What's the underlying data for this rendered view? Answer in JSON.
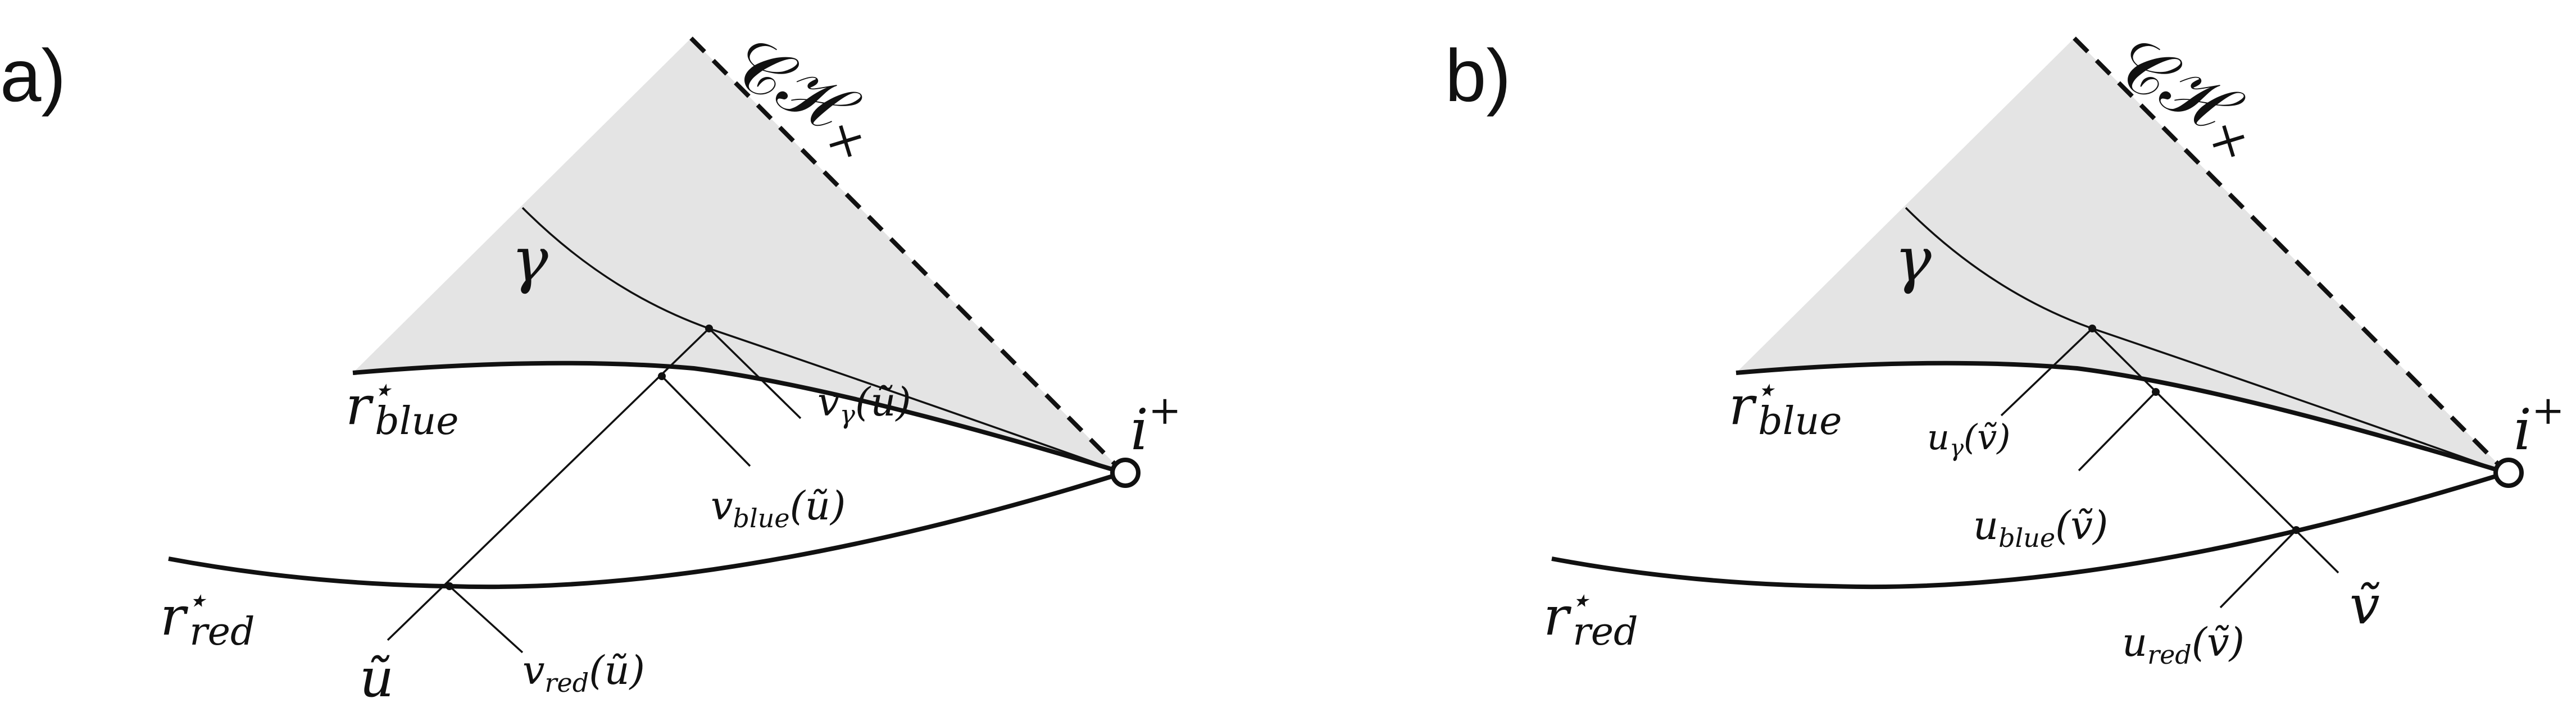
{
  "panels": [
    {
      "id": "a",
      "label": "a)",
      "horizon_label": "𝒞ℋ",
      "horizon_label_super": "×",
      "gamma_label": "γ",
      "r_blue_label": {
        "base": "r",
        "sup": "⋆",
        "sub": "blue"
      },
      "r_red_label": {
        "base": "r",
        "sup": "⋆",
        "sub": "red"
      },
      "i_plus_label": {
        "base": "i",
        "sup": "+"
      },
      "annotations": [
        {
          "key": "u_tilde",
          "text": "ũ"
        },
        {
          "key": "v_red",
          "text": "v",
          "sub": "red",
          "arg": "(ũ)"
        },
        {
          "key": "v_blue",
          "text": "v",
          "sub": "blue",
          "arg": "(ũ)"
        },
        {
          "key": "v_gamma",
          "text": "v",
          "sub": "γ",
          "arg": "(ũ)"
        }
      ]
    },
    {
      "id": "b",
      "label": "b)",
      "horizon_label": "𝒞ℋ",
      "horizon_label_super": "×",
      "gamma_label": "γ",
      "r_blue_label": {
        "base": "r",
        "sup": "⋆",
        "sub": "blue"
      },
      "r_red_label": {
        "base": "r",
        "sup": "⋆",
        "sub": "red"
      },
      "i_plus_label": {
        "base": "i",
        "sup": "+"
      },
      "annotations": [
        {
          "key": "v_tilde",
          "text": "ṽ"
        },
        {
          "key": "u_red",
          "text": "u",
          "sub": "red",
          "arg": "(ṽ)"
        },
        {
          "key": "u_blue",
          "text": "u",
          "sub": "blue",
          "arg": "(ṽ)"
        },
        {
          "key": "u_gamma",
          "text": "u",
          "sub": "γ",
          "arg": "(ṽ)"
        }
      ]
    }
  ]
}
